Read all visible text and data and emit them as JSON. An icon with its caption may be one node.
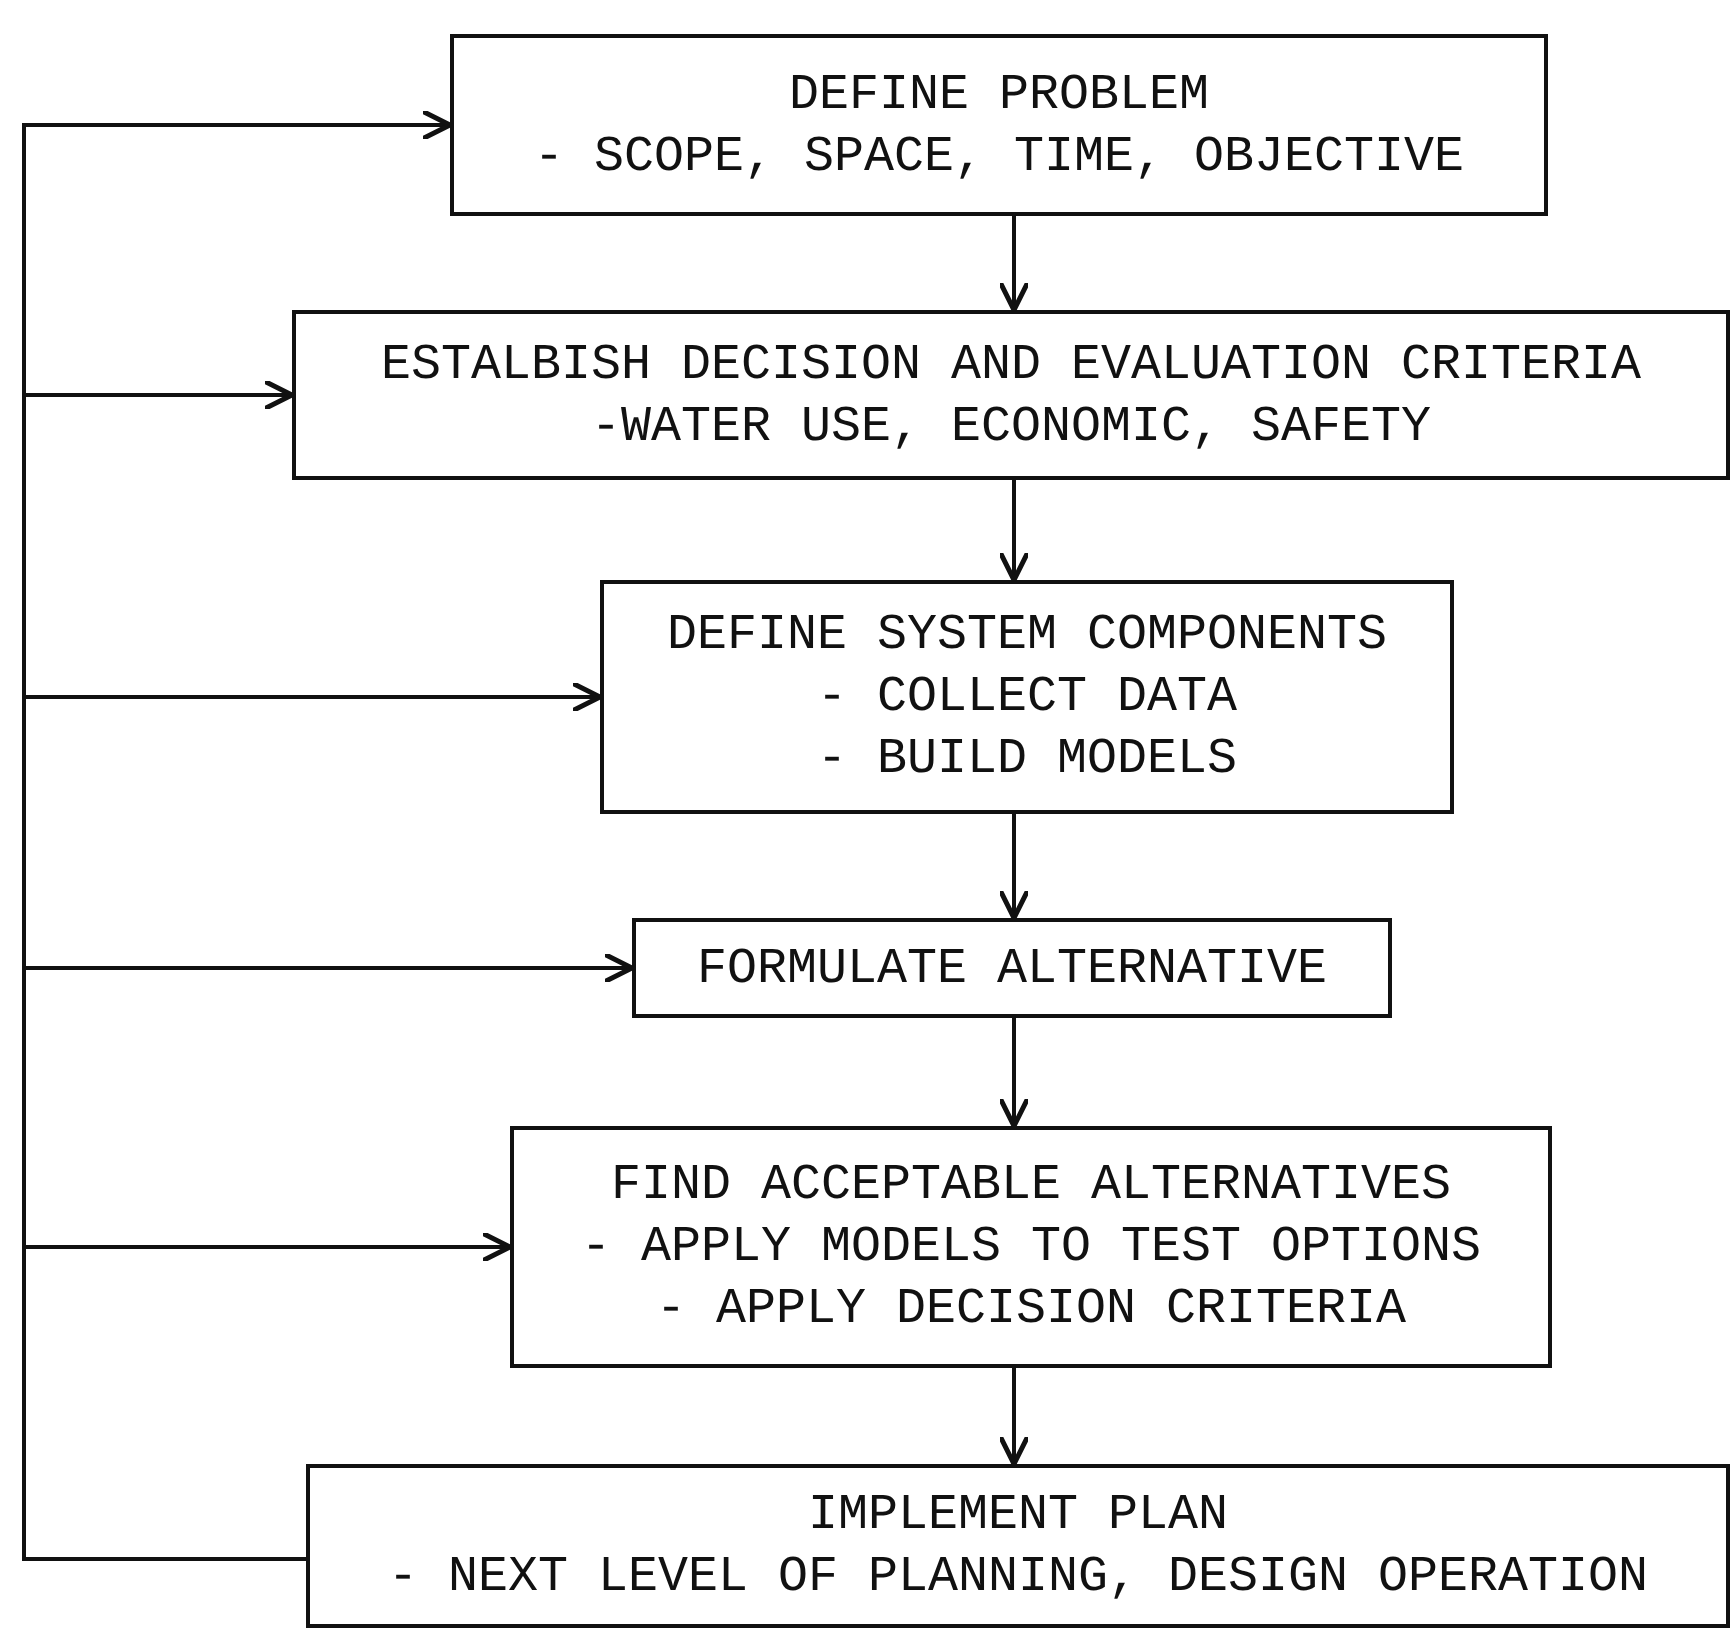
{
  "diagram": {
    "nodes": [
      {
        "text": [
          "DEFINE PROBLEM",
          "- SCOPE, SPACE, TIME, OBJECTIVE"
        ]
      },
      {
        "text": [
          "ESTALBISH DECISION AND EVALUATION CRITERIA",
          "-WATER USE, ECONOMIC, SAFETY"
        ]
      },
      {
        "text": [
          "DEFINE SYSTEM COMPONENTS",
          "- COLLECT DATA",
          "- BUILD MODELS"
        ]
      },
      {
        "text": [
          "FORMULATE ALTERNATIVE"
        ]
      },
      {
        "text": [
          "FIND ACCEPTABLE ALTERNATIVES",
          "- APPLY MODELS TO TEST OPTIONS",
          "- APPLY DECISION CRITERIA"
        ]
      },
      {
        "text": [
          "IMPLEMENT PLAN",
          "- NEXT LEVEL OF PLANNING, DESIGN OPERATION"
        ]
      }
    ],
    "edges": [
      {
        "from": 0,
        "to": 1,
        "arrow": "to"
      },
      {
        "from": 1,
        "to": 2,
        "arrow": "to"
      },
      {
        "from": 2,
        "to": 3,
        "arrow": "to"
      },
      {
        "from": 3,
        "to": 4,
        "arrow": "to"
      },
      {
        "from": 4,
        "to": 5,
        "arrow": "to"
      },
      {
        "from": 5,
        "to": 0,
        "arrow": "to"
      },
      {
        "from": 5,
        "to": 1,
        "arrow": "to"
      },
      {
        "from": 5,
        "to": 2,
        "arrow": "to"
      },
      {
        "from": 5,
        "to": 3,
        "arrow": "to"
      },
      {
        "from": 5,
        "to": 4,
        "arrow": "to"
      }
    ]
  }
}
